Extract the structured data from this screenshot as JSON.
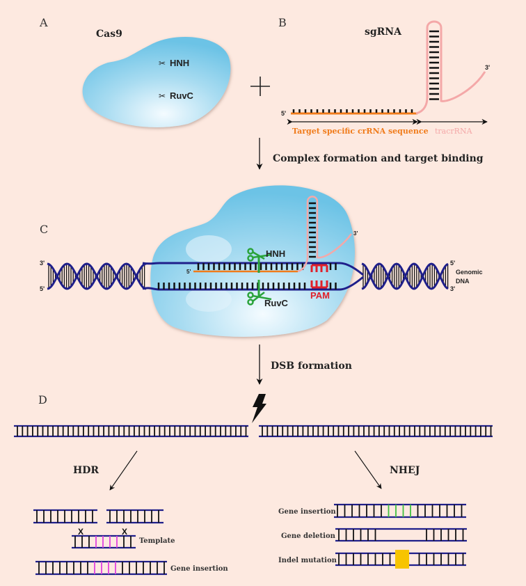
{
  "panels": {
    "a": {
      "letter": "A",
      "title": "Cas9",
      "domains": [
        "HNH",
        "RuvC"
      ]
    },
    "b": {
      "letter": "B",
      "title": "sgRNA",
      "five_prime": "5'",
      "three_prime": "3'",
      "crrna_label": "Target specific crRNA sequence",
      "tracrrna_label": "tracrRNA"
    },
    "c": {
      "letter": "C",
      "left_top": "3'",
      "left_bottom": "5'",
      "right_top": "5'",
      "right_bottom": "3'",
      "genomic_dna": [
        "Genomic",
        "DNA"
      ],
      "guide_5": "5'",
      "guide_3": "3'",
      "hnh": "HNH",
      "ruvc": "RuvC",
      "pam": "PAM"
    },
    "d": {
      "letter": "D",
      "hdr": "HDR",
      "nhej": "NHEJ",
      "template": "Template",
      "hdr_result": "Gene insertion",
      "nhej_results": [
        "Gene insertion",
        "Gene deletion",
        "Indel mutation"
      ]
    }
  },
  "plus_sign": "+",
  "steps": [
    "Complex formation and target binding",
    "DSB formation"
  ],
  "colors": {
    "background": "#fde9e0",
    "dna": "#1f1f8a",
    "crrna": "#f07b1a",
    "tracrrna": "#f4a8a8",
    "pam": "#e0202a",
    "scissors": "#2aa33a",
    "insert_hdr": "#e040e0",
    "insert_nhej": "#40c040",
    "indel": "#f7c400",
    "cas9": "#7cc8e8"
  }
}
